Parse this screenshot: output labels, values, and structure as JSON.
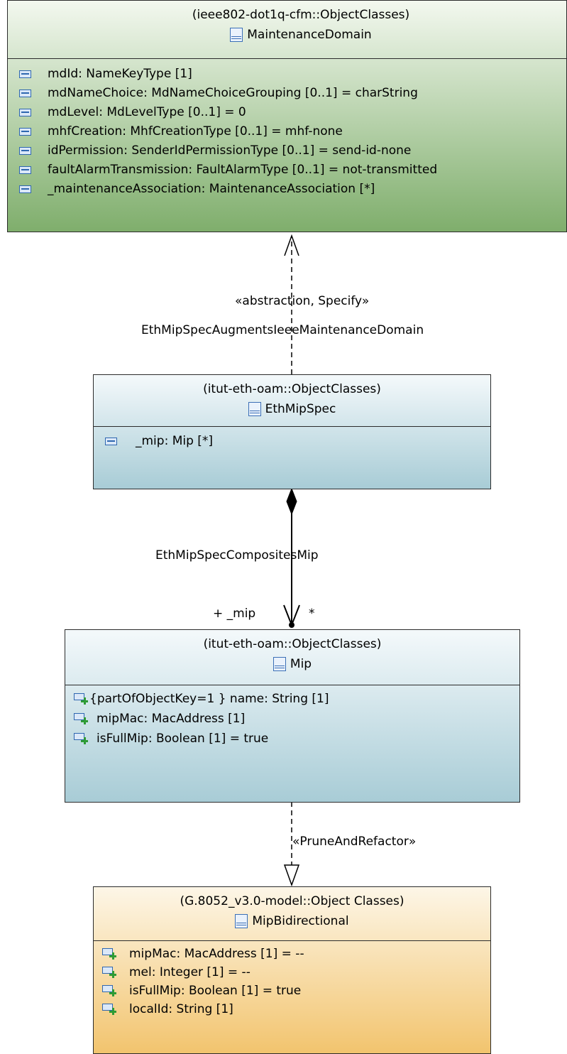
{
  "classes": {
    "maintenance_domain": {
      "package": "(ieee802-dot1q-cfm::ObjectClasses)",
      "name": "MaintenanceDomain",
      "attributes": [
        "mdId: NameKeyType [1]",
        "mdNameChoice: MdNameChoiceGrouping [0..1] = charString",
        "mdLevel: MdLevelType [0..1] = 0",
        "mhfCreation: MhfCreationType [0..1] = mhf-none",
        "idPermission: SenderIdPermissionType [0..1] = send-id-none",
        "faultAlarmTransmission: FaultAlarmType [0..1] = not-transmitted",
        "_maintenanceAssociation: MaintenanceAssociation [*]"
      ],
      "colors": [
        "#f3f8ef",
        "#7fae6c"
      ]
    },
    "eth_mip_spec": {
      "package": "(itut-eth-oam::ObjectClasses)",
      "name": "EthMipSpec",
      "attributes": [
        "_mip: Mip [*]"
      ],
      "colors": [
        "#f4f9fb",
        "#a8ccd6"
      ]
    },
    "mip": {
      "package": "(itut-eth-oam::ObjectClasses)",
      "name": "Mip",
      "attributes": [
        "{partOfObjectKey=1 }  name: String [1]",
        "mipMac: MacAddress [1]",
        "isFullMip: Boolean [1] = true"
      ],
      "colors": [
        "#f4f9fb",
        "#a8ccd6"
      ]
    },
    "mip_bidirectional": {
      "package": "(G.8052_v3.0-model::Object Classes)",
      "name": "MipBidirectional",
      "attributes": [
        "mipMac: MacAddress [1] = --",
        "mel: Integer [1] = --",
        "isFullMip: Boolean [1] = true",
        "localId: String [1]"
      ],
      "colors": [
        "#fdf6e7",
        "#f2c46e"
      ]
    }
  },
  "connectors": {
    "abstraction": {
      "stereotype": "«abstraction, Specify»",
      "name": "EthMipSpecAugmentsIeeeMaintenanceDomain"
    },
    "composition": {
      "name": "EthMipSpecCompositesMip",
      "role": "+ _mip",
      "multiplicity": "*"
    },
    "prune": {
      "stereotype": "«PruneAndRefactor»"
    }
  },
  "icons": {
    "class": "class-icon",
    "property": "property-icon",
    "port_property": "port-property-icon"
  }
}
